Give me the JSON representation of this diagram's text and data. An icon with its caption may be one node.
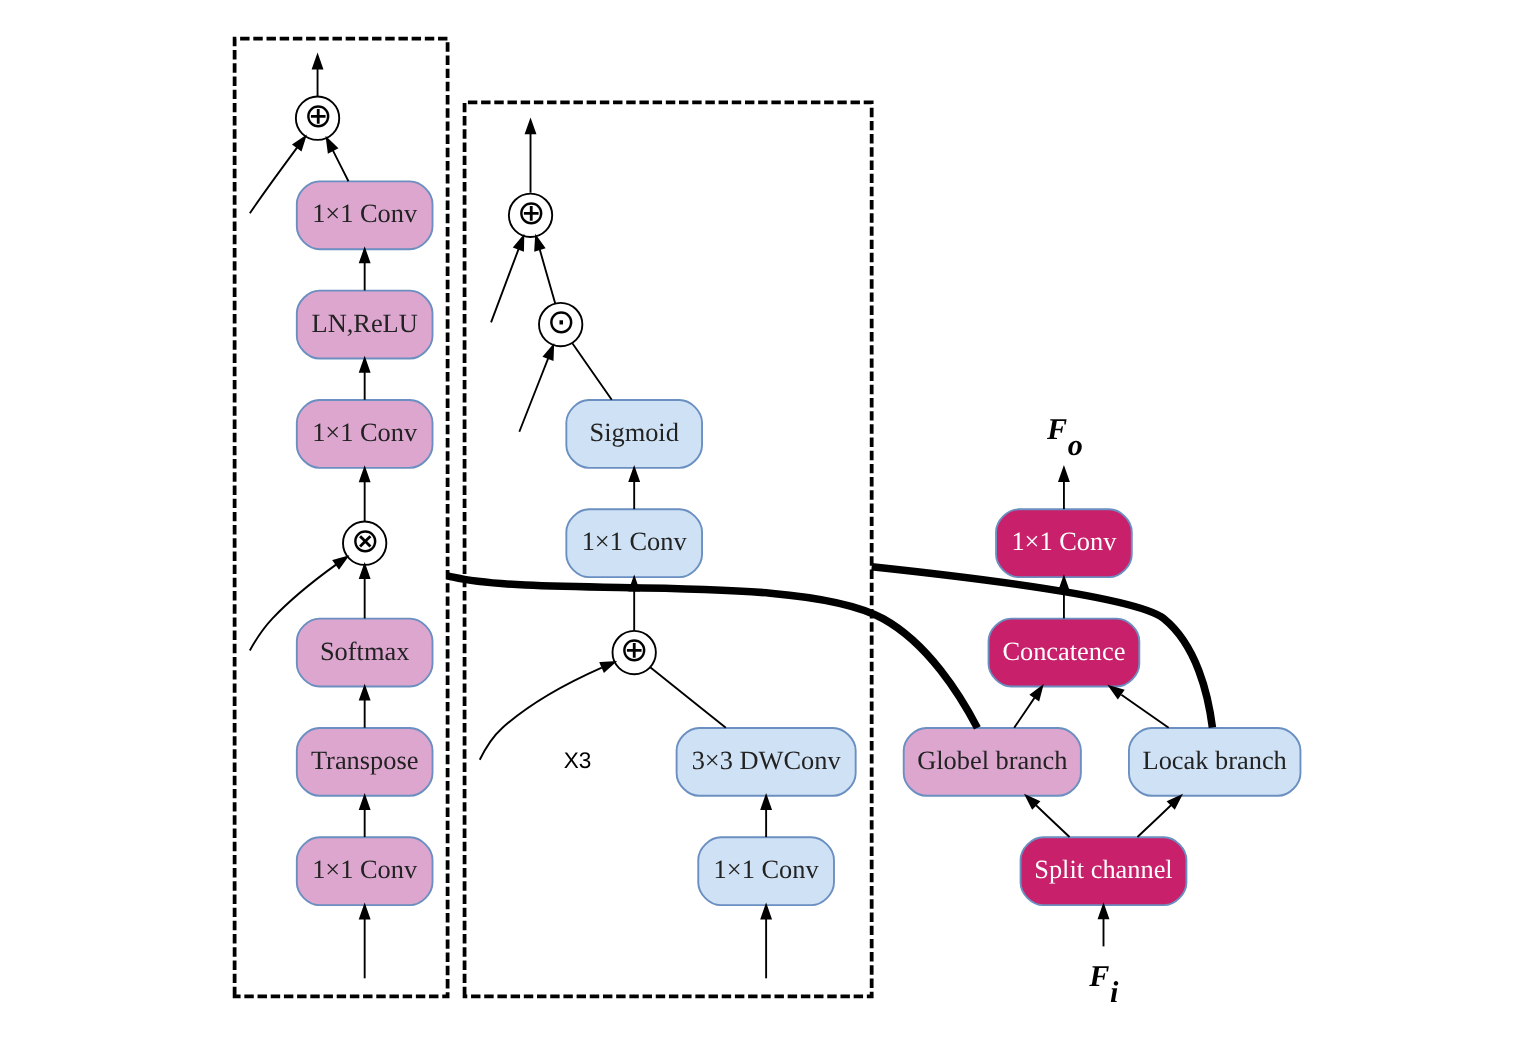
{
  "diagram": {
    "nodes": [
      {
        "text": [
          "F$_{o}$"
        ]
      },
      {
        "text": [
          "1×1 Conv"
        ]
      },
      {
        "text": [
          "Concatence"
        ]
      },
      {
        "text": [
          "Globel branch"
        ]
      },
      {
        "text": [
          "Locak branch"
        ]
      },
      {
        "text": [
          "Split channel"
        ]
      },
      {
        "text": [
          "F$_{i}$"
        ]
      },
      {
        "text": [],
        "shape": "box"
      },
      {
        "text": [
          "⊕"
        ],
        "in": 7
      },
      {
        "text": [
          "1×1 Conv"
        ],
        "in": 7
      },
      {
        "text": [
          "LN,ReLU"
        ],
        "in": 7
      },
      {
        "text": [
          "1×1 Conv"
        ],
        "in": 7
      },
      {
        "text": [
          "⊗"
        ],
        "in": 7
      },
      {
        "text": [
          "Softmax"
        ],
        "in": 7
      },
      {
        "text": [
          "Transpose"
        ],
        "in": 7
      },
      {
        "text": [
          "1×1 Conv"
        ],
        "in": 7
      },
      {
        "text": [],
        "shape": "box"
      },
      {
        "text": [
          "⊕"
        ],
        "in": 16
      },
      {
        "text": [
          "⊙"
        ],
        "in": 16
      },
      {
        "text": [
          "Sigmoid"
        ],
        "in": 16
      },
      {
        "text": [
          "1×1 Conv"
        ],
        "in": 16
      },
      {
        "text": [
          "⊕"
        ],
        "in": 16
      },
      {
        "text": [
          "3×3 DWConv"
        ],
        "in": 16
      },
      {
        "text": [
          "1×1 Conv"
        ],
        "in": 16
      }
    ],
    "edges": [
      {
        "from": 1,
        "to": 0,
        "arrow": "to"
      },
      {
        "from": 2,
        "to": 1,
        "arrow": "to"
      },
      {
        "from": 3,
        "to": 2,
        "arrow": "to"
      },
      {
        "from": 4,
        "to": 2,
        "arrow": "to"
      },
      {
        "from": 5,
        "to": 3,
        "arrow": "to"
      },
      {
        "from": 5,
        "to": 4,
        "arrow": "to"
      },
      {
        "from": 6,
        "to": 5,
        "arrow": "to"
      },
      {
        "from": 3,
        "to": 7,
        "arrow": "none",
        "style": "thick"
      },
      {
        "from": 4,
        "to": 16,
        "arrow": "none",
        "style": "thick"
      },
      {
        "from": null,
        "to": 15,
        "arrow": "to"
      },
      {
        "from": 15,
        "to": 14,
        "arrow": "to"
      },
      {
        "from": 14,
        "to": 13,
        "arrow": "to"
      },
      {
        "from": 13,
        "to": 12,
        "arrow": "to"
      },
      {
        "from": null,
        "to": 12,
        "arrow": "to"
      },
      {
        "from": 12,
        "to": 11,
        "arrow": "to"
      },
      {
        "from": 11,
        "to": 10,
        "arrow": "to"
      },
      {
        "from": 10,
        "to": 9,
        "arrow": "to"
      },
      {
        "from": 9,
        "to": 8,
        "arrow": "to"
      },
      {
        "from": null,
        "to": 8,
        "arrow": "to"
      },
      {
        "from": 8,
        "to": null,
        "arrow": "to"
      },
      {
        "from": null,
        "to": 23,
        "arrow": "to"
      },
      {
        "from": 23,
        "to": 22,
        "arrow": "to"
      },
      {
        "from": 22,
        "to": 21,
        "arrow": "none"
      },
      {
        "from": null,
        "to": 21,
        "arrow": "to"
      },
      {
        "from": 21,
        "to": 20,
        "arrow": "to"
      },
      {
        "from": 20,
        "to": 19,
        "arrow": "to"
      },
      {
        "from": 19,
        "to": 18,
        "arrow": "none"
      },
      {
        "from": null,
        "to": 18,
        "arrow": "to"
      },
      {
        "from": 18,
        "to": 17,
        "arrow": "to"
      },
      {
        "from": null,
        "to": 17,
        "arrow": "to"
      },
      {
        "from": 17,
        "to": null,
        "arrow": "to"
      }
    ],
    "labels": [
      "X3"
    ]
  }
}
